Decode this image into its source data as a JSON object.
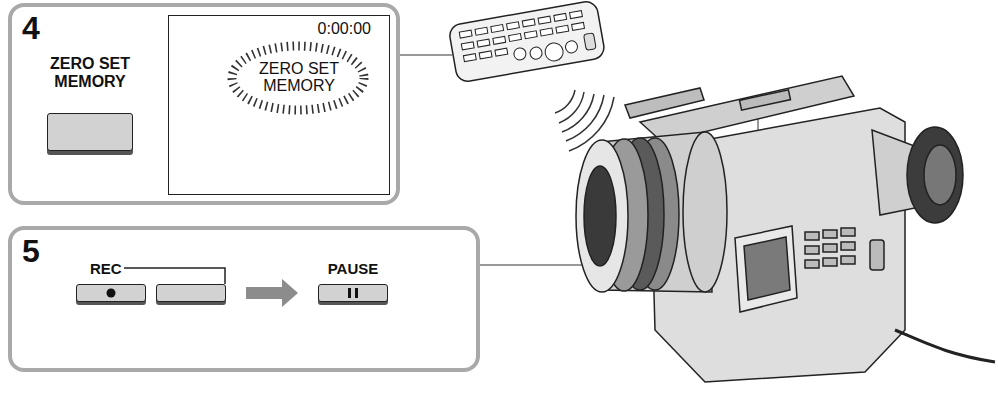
{
  "diagram": {
    "nodes": [
      {
        "text": [
          "4"
        ]
      },
      {
        "text": [
          "ZERO SET MEMORY"
        ],
        "in": 0
      },
      {
        "text": [
          "0:00:00",
          "ZERO SET MEMORY"
        ],
        "in": 0
      },
      {
        "text": [
          "5"
        ]
      },
      {
        "text": [
          "REC"
        ],
        "in": 3
      },
      {
        "text": [
          "PAUSE"
        ],
        "in": 3
      }
    ],
    "edges": [
      {
        "from": 4,
        "to": 5,
        "arrow": "to"
      }
    ]
  }
}
